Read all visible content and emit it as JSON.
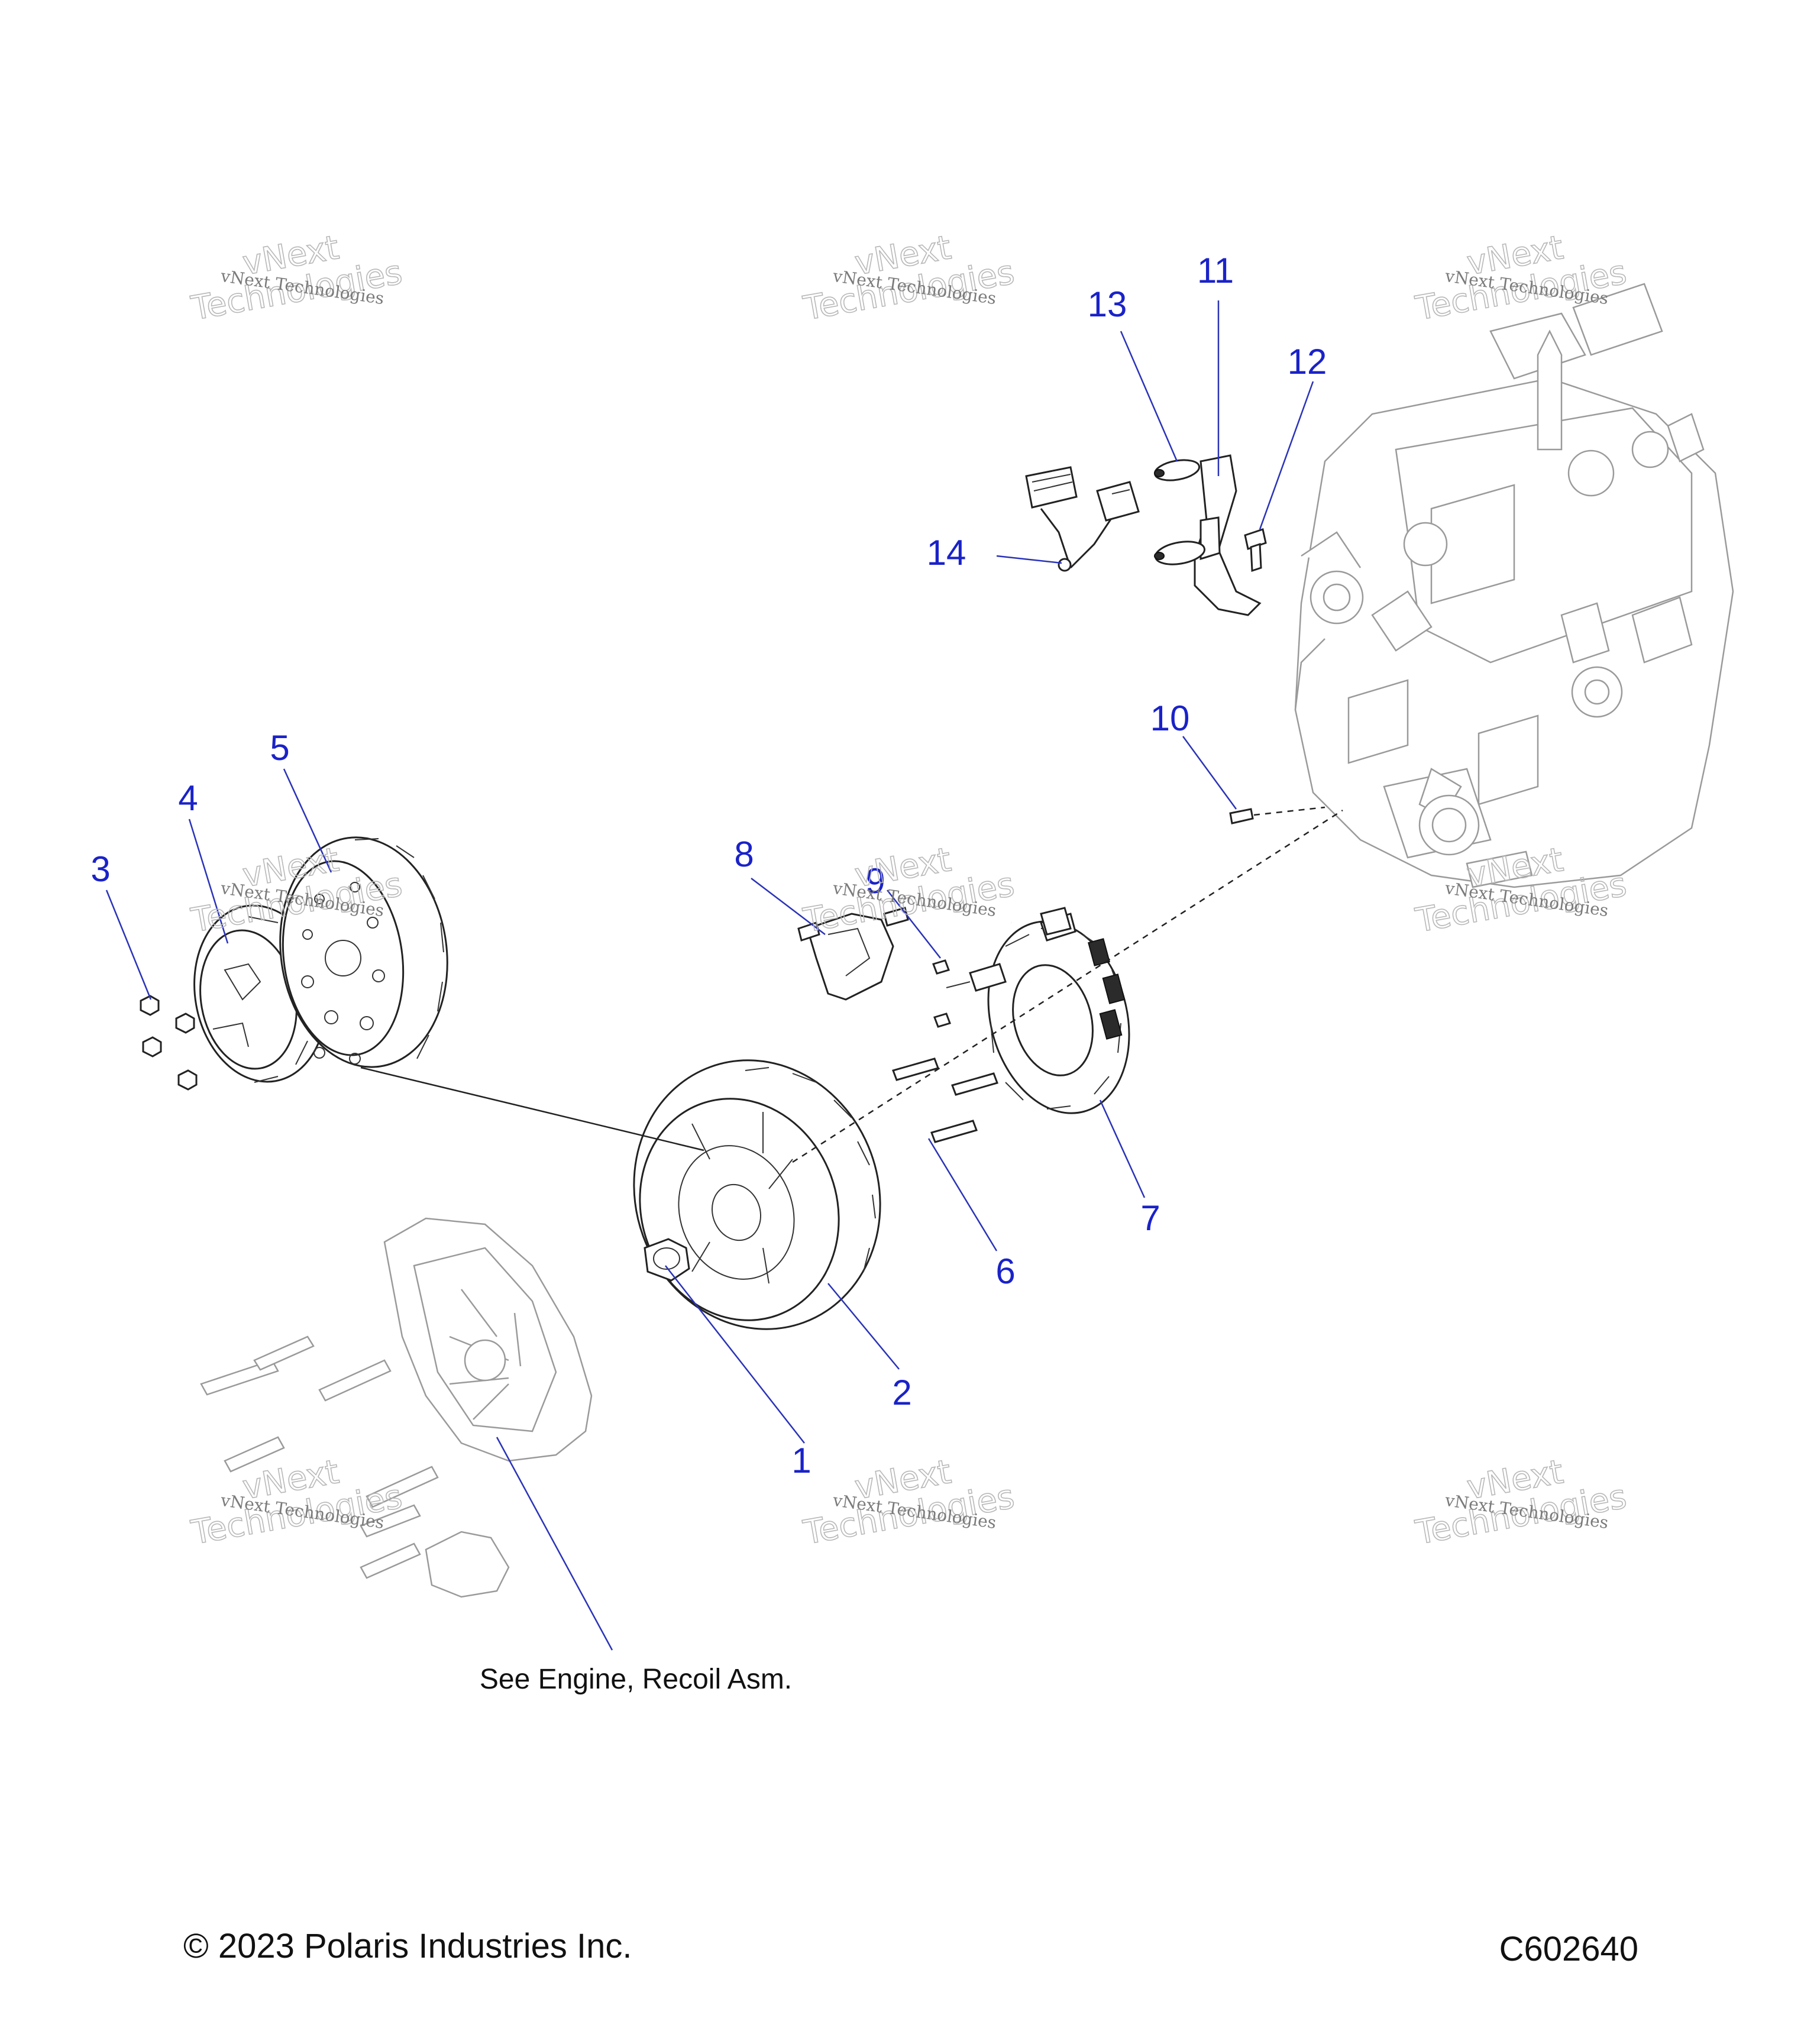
{
  "diagram": {
    "callouts": [
      "1",
      "2",
      "3",
      "4",
      "5",
      "6",
      "7",
      "8",
      "9",
      "10",
      "11",
      "12",
      "13",
      "14"
    ],
    "reference_note": "See Engine, Recoil Asm.",
    "watermark_small": "vNext Technologies",
    "watermark_large_1": "vNext",
    "watermark_large_2": "Technologies"
  },
  "footer": {
    "copyright": "© 2023 Polaris Industries Inc.",
    "drawing_number": "C602640"
  },
  "colors": {
    "callout": "#1a22c8",
    "leader": "#2a33b8",
    "line": "#222222",
    "ghost_line": "#9a9a9a"
  }
}
